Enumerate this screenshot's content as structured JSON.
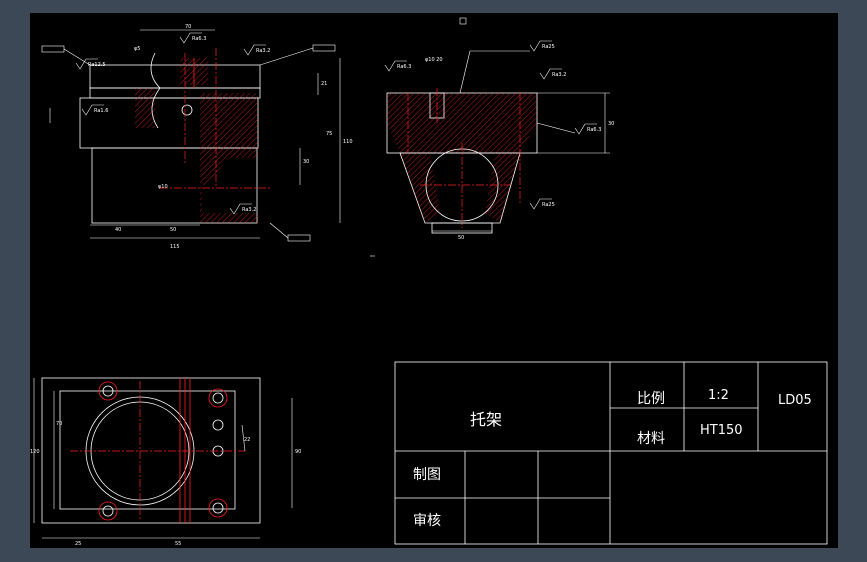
{
  "title_block": {
    "part_name": "托架",
    "scale_label": "比例",
    "scale_value": "1:2",
    "material_label": "材料",
    "material_value": "HT150",
    "drawing_no": "LD05",
    "drawn_label": "制图",
    "check_label": "审核"
  },
  "front_view": {
    "dims": {
      "top_width": "70",
      "bottom_width": "115",
      "left_part": "40",
      "mid_part": "50",
      "height_total": "110",
      "height_upper": "21",
      "height_lower": "30",
      "hole_dia": "φ10",
      "depth": "75",
      "small_dim": "φ5"
    },
    "roughness": [
      "Ra6.3",
      "Ra3.2",
      "Ra12.5",
      "Ra1.6",
      "Ra3.2"
    ]
  },
  "side_view": {
    "dims": {
      "bore": "50",
      "height": "30",
      "top": "φ10 20"
    },
    "roughness": [
      "Ra6.3",
      "Ra25",
      "Ra3.2",
      "Ra6.3",
      "Ra25"
    ]
  },
  "top_view": {
    "dims": {
      "width_left": "25",
      "width_mid": "55",
      "height_total": "120",
      "height_inner": "90",
      "hole_spacing": "22",
      "inner": "70"
    }
  }
}
